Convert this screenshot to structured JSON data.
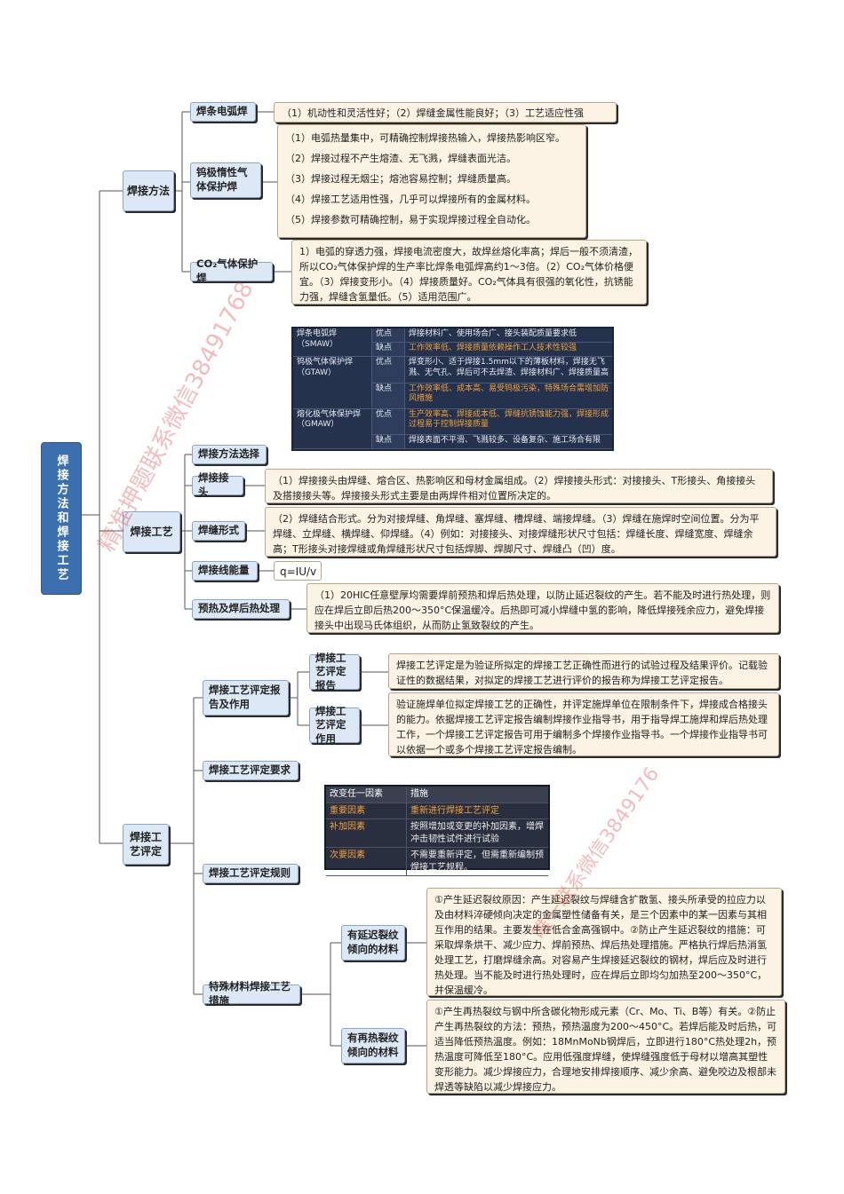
{
  "root": "焊接方法和焊接工艺",
  "branches": {
    "welding_methods": {
      "label": "焊接方法",
      "smaw": {
        "label": "焊条电弧焊",
        "note": "（1）机动性和灵活性好；（2）焊缝金属性能良好；（3）工艺适应性强"
      },
      "gtaw": {
        "label": "钨极惰性气体保护焊",
        "notes": [
          "（1）电弧热量集中，可精确控制焊接热输入，焊接热影响区窄。",
          "（2）焊接过程不产生熔渣、无飞溅，焊缝表面光洁。",
          "（3）焊接过程无烟尘；熔池容易控制；焊缝质量高。",
          "（4）焊接工艺适用性强，几乎可以焊接所有的金属材料。",
          "（5）焊接参数可精确控制，易于实现焊接过程全自动化。"
        ]
      },
      "co2": {
        "label": "CO₂气体保护焊",
        "note": "1）电弧的穿透力强，焊接电流密度大，故焊丝熔化率高；焊后一般不须清渣，所以CO₂气体保护焊的生产率比焊条电弧焊高约1～3倍。（2）CO₂气体价格便宜。（3）焊接变形小。（4）焊接质量好。CO₂气体具有很强的氧化性，抗锈能力强，焊缝含氢量低。（5）适用范围广。"
      }
    },
    "welding_process": {
      "label": "焊接工艺",
      "method_selection": {
        "label": "焊接方法选择",
        "table": [
          {
            "method": "焊条电弧焊（SMAW）",
            "pro": "焊接材料广、使用场合广、接头装配质量要求低",
            "con": "工作效率低、焊接质量依赖操作工人技术性较强"
          },
          {
            "method": "钨极气体保护焊（GTAW）",
            "pro": "焊变形小、适于焊接1.5mm以下的薄板材料，焊接无飞溅、无气孔、焊后可不去焊渣、焊接材料广、焊接质量高",
            "con": "工作效率低、成本高、易受钨极污染，特殊场合需增加防风措施"
          },
          {
            "method": "熔化极气体保护焊（GMAW）",
            "pro": "生产效率高、焊接成本低、焊缝抗锈蚀能力强，焊接形成过程易于控制焊接质量",
            "con": "焊接表面不平滑、飞溅较多、设备复杂、施工场合有限"
          }
        ],
        "pro_label": "优点",
        "con_label": "缺点"
      },
      "joint": {
        "label": "焊接接头",
        "note": "（1）焊接接头由焊缝、熔合区、热影响区和母材金属组成。（2）焊接接头形式：对接接头、T形接头、角接接头及搭接接头等。焊接接头形式主要是由两焊件相对位置所决定的。"
      },
      "seam": {
        "label": "焊缝形式",
        "note": "（2）焊缝结合形式。分为对接焊缝、角焊缝、塞焊缝、槽焊缝、端接焊缝。（3）焊缝在施焊时空间位置。分为平焊缝、立焊缝、横焊缝、仰焊缝。（4）例如：对接接头、对接焊缝形状尺寸包括：焊缝长度、焊缝宽度、焊缝余高；T形接头对接焊缝或角焊缝形状尺寸包括焊脚、焊脚尺寸、焊缝凸（凹）度。"
      },
      "heat_input": {
        "label": "焊接线能量",
        "note": "q=IU/v"
      },
      "preheat": {
        "label": "预热及焊后热处理",
        "note": "（1）20HIC任意壁厚均需要焊前预热和焊后热处理，以防止延迟裂纹的产生。若不能及时进行热处理，则应在焊后立即后热200～350°C保温缓冷。后热即可减小焊缝中氢的影响，降低焊接残余应力，避免焊接接头中出现马氏体组织，从而防止氢致裂纹的产生。"
      }
    },
    "evaluation": {
      "label": "焊接工艺评定",
      "report_role": {
        "label": "焊接工艺评定报告及作用",
        "report": {
          "label": "焊接工艺评定报告",
          "note": "焊接工艺评定是为验证所拟定的焊接工艺正确性而进行的试验过程及结果评价。记载验证性的数据结果，对拟定的焊接工艺进行评价的报告称为焊接工艺评定报告。"
        },
        "role": {
          "label": "焊接工艺评定作用",
          "note": "验证施焊单位拟定焊接工艺的正确性，并评定施焊单位在限制条件下，焊接成合格接头的能力。依据焊接工艺评定报告编制焊接作业指导书，用于指导焊工施焊和焊后热处理工作，一个焊接工艺评定报告可用于编制多个焊接作业指导书。一个焊接作业指导书可以依据一个或多个焊接工艺评定报告编制。"
        }
      },
      "requirement": {
        "label": "焊接工艺评定要求"
      },
      "rules": {
        "label": "焊接工艺评定规则",
        "table": {
          "header": [
            "改变任一因素",
            "措施"
          ],
          "rows": [
            [
              "重要因素",
              "重新进行焊接工艺评定"
            ],
            [
              "补加因素",
              "按照增加或变更的补加因素，增焊冲击韧性试件进行试验"
            ],
            [
              "次要因素",
              "不需要重新评定，但需重新编制预焊接工艺规程。"
            ]
          ]
        }
      },
      "special": {
        "label": "特殊材料焊接工艺措施",
        "delayed": {
          "label": "有延迟裂纹倾向的材料",
          "note": "①产生延迟裂纹原因：产生延迟裂纹与焊缝含扩散氢、接头所承受的拉应力以及由材料淬硬倾向决定的金属塑性储备有关，是三个因素中的某一因素与其相互作用的结果。主要发生在低合金高强钢中。②防止产生延迟裂纹的措施：可采取焊条烘干、减少应力、焊前预热、焊后热处理措施。严格执行焊后热消氢处理工艺，打磨焊缝余高。对容易产生焊接延迟裂纹的钢材，焊后应及时进行热处理。当不能及时进行热处理时，应在焊后立即均匀加热至200～350°C，并保温缓冷。"
        },
        "reheat": {
          "label": "有再热裂纹倾向的材料",
          "note": "①产生再热裂纹与钢中所含碳化物形成元素（Cr、Mo、Ti、B等）有关。②防止产生再热裂纹的方法：预热，预热温度为200～450°C。若焊后能及时后热，可适当降低预热温度。例如：18MnMoNb钢焊后，立即进行180°C热处理2h，预热温度可降低至180°C。应用低强度焊缝，使焊缝强度低于母材以增高其塑性变形能力。减少焊接应力，合理地安排焊接顺序、减少余高、避免咬边及根部未焊透等缺陷以减少焊接应力。"
        }
      }
    }
  },
  "watermarks": [
    "精准押题联系微信38491768",
    "唯一联系微信3849176"
  ]
}
